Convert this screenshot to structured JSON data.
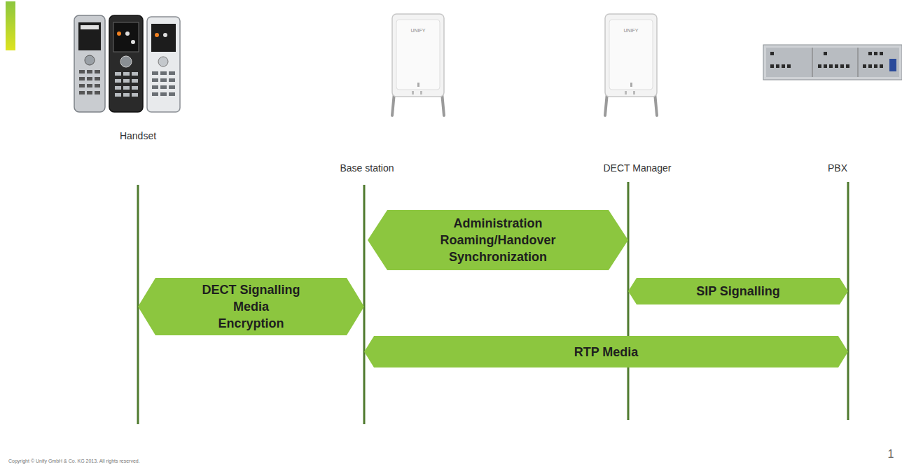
{
  "diagram": {
    "nodes": [
      {
        "text": [
          "DECT Signalling",
          "Media",
          "Encryption"
        ]
      },
      {
        "text": [
          "Administration",
          "Roaming/Handover",
          "Synchronization"
        ]
      },
      {
        "text": [
          "SIP Signalling"
        ]
      },
      {
        "text": [
          "RTP Media"
        ]
      }
    ],
    "labels": [
      "Handset",
      "Base station",
      "DECT Manager",
      "PBX",
      "UNIFY",
      "UNIFY",
      "Copyright © Unify GmbH & Co. KG 2013. All rights reserved.",
      "1"
    ]
  }
}
